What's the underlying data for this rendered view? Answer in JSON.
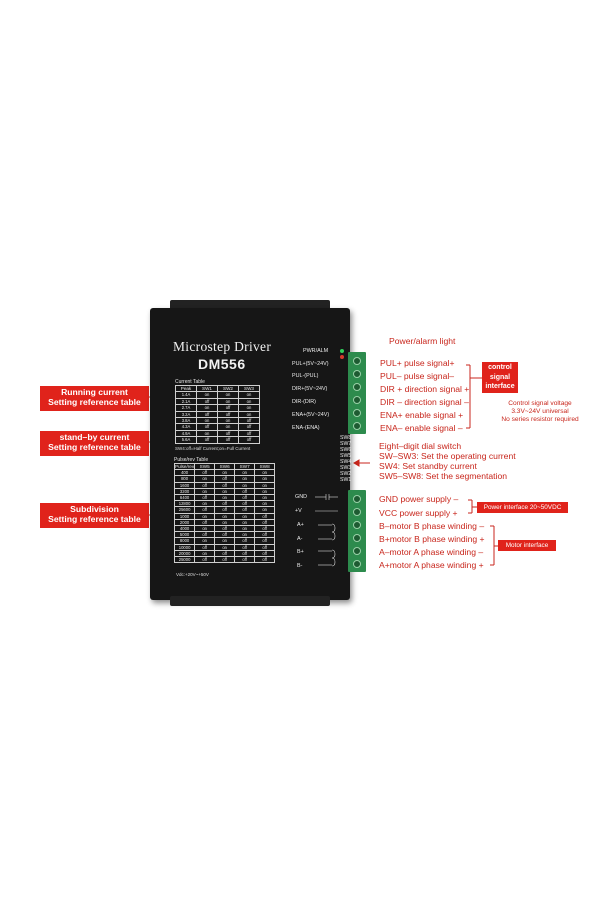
{
  "driver": {
    "title": "Microstep Driver",
    "model": "DM556",
    "current_table": {
      "title": "Current Table",
      "headers": [
        "Peak",
        "SW1",
        "SW2",
        "SW3"
      ],
      "rows": [
        [
          "1.4A",
          "on",
          "on",
          "on"
        ],
        [
          "2.1A",
          "off",
          "on",
          "on"
        ],
        [
          "2.7A",
          "on",
          "off",
          "on"
        ],
        [
          "3.2A",
          "off",
          "off",
          "on"
        ],
        [
          "3.8A",
          "on",
          "on",
          "off"
        ],
        [
          "4.3A",
          "off",
          "on",
          "off"
        ],
        [
          "4.9A",
          "on",
          "off",
          "off"
        ],
        [
          "5.6A",
          "off",
          "off",
          "off"
        ]
      ],
      "note": "SW4:off=Half Current;on=Full Current"
    },
    "pulse_table": {
      "title": "Pulse/rev Table",
      "headers": [
        "Pulse/rev",
        "SW5",
        "SW6",
        "SW7",
        "SW8"
      ],
      "rows": [
        [
          "400",
          "off",
          "on",
          "on",
          "on"
        ],
        [
          "800",
          "on",
          "off",
          "on",
          "on"
        ],
        [
          "1600",
          "off",
          "off",
          "on",
          "on"
        ],
        [
          "3200",
          "on",
          "on",
          "off",
          "on"
        ],
        [
          "6400",
          "off",
          "on",
          "off",
          "on"
        ],
        [
          "12800",
          "on",
          "off",
          "off",
          "on"
        ],
        [
          "25600",
          "off",
          "off",
          "off",
          "on"
        ],
        [
          "1000",
          "on",
          "on",
          "on",
          "off"
        ],
        [
          "2000",
          "off",
          "on",
          "on",
          "off"
        ],
        [
          "4000",
          "on",
          "off",
          "on",
          "off"
        ],
        [
          "5000",
          "off",
          "off",
          "on",
          "off"
        ],
        [
          "8000",
          "on",
          "on",
          "off",
          "off"
        ],
        [
          "10000",
          "off",
          "on",
          "off",
          "off"
        ],
        [
          "20000",
          "on",
          "off",
          "off",
          "off"
        ],
        [
          "25000",
          "off",
          "off",
          "off",
          "off"
        ]
      ]
    },
    "vdc": "Vdc:+20V~+50V",
    "pwr_alm": "PWR/ALM",
    "signal_labels": [
      "PUL+(5V~24V)",
      "PUL-(PUL)",
      "DIR+(5V~24V)",
      "DIR-(DIR)",
      "ENA+(5V~24V)",
      "ENA-(ENA)"
    ],
    "switches": [
      "SW8",
      "SW7",
      "SW6",
      "SW5",
      "SW4",
      "SW3",
      "SW2",
      "SW1"
    ],
    "power_labels": [
      "GND",
      "+V",
      "A+",
      "A-",
      "B+",
      "B-"
    ]
  },
  "annotations": {
    "running_current": [
      "Running current",
      "Setting reference table"
    ],
    "standby_current": [
      "stand–by current",
      "Setting reference table"
    ],
    "subdivision": [
      "Subdivision",
      "Setting reference table"
    ],
    "power_alarm_light": "Power/alarm light",
    "signals": [
      "PUL+ pulse signal+",
      "PUL– pulse signal–",
      "DIR + direction signal +",
      "DIR – direction signal –",
      "ENA+ enable signal +",
      "ENA– enable signal –"
    ],
    "control_signal_interface": [
      "control",
      "signal",
      "interface"
    ],
    "control_voltage_note": [
      "Control signal voltage",
      "3.3V~24V universal",
      "No series resistor required"
    ],
    "dial_switch": [
      "Eight–digit dial switch",
      "SW–SW3: Set the operating current",
      "SW4: Set standby current",
      "SW5–SW8: Set the segmentation"
    ],
    "power": [
      "GND power supply –",
      "VCC power supply +",
      "B–motor B phase winding –",
      "B+motor B phase winding +",
      "A–motor A phase winding –",
      "A+motor A phase winding +"
    ],
    "power_interface": "Power interface 20~50VDC",
    "motor_interface": "Motor interface"
  },
  "colors": {
    "annotation_red": "#c8261c",
    "box_red": "#e0231b",
    "driver_body": "#161616",
    "terminal_green": "#2d8b4d"
  }
}
